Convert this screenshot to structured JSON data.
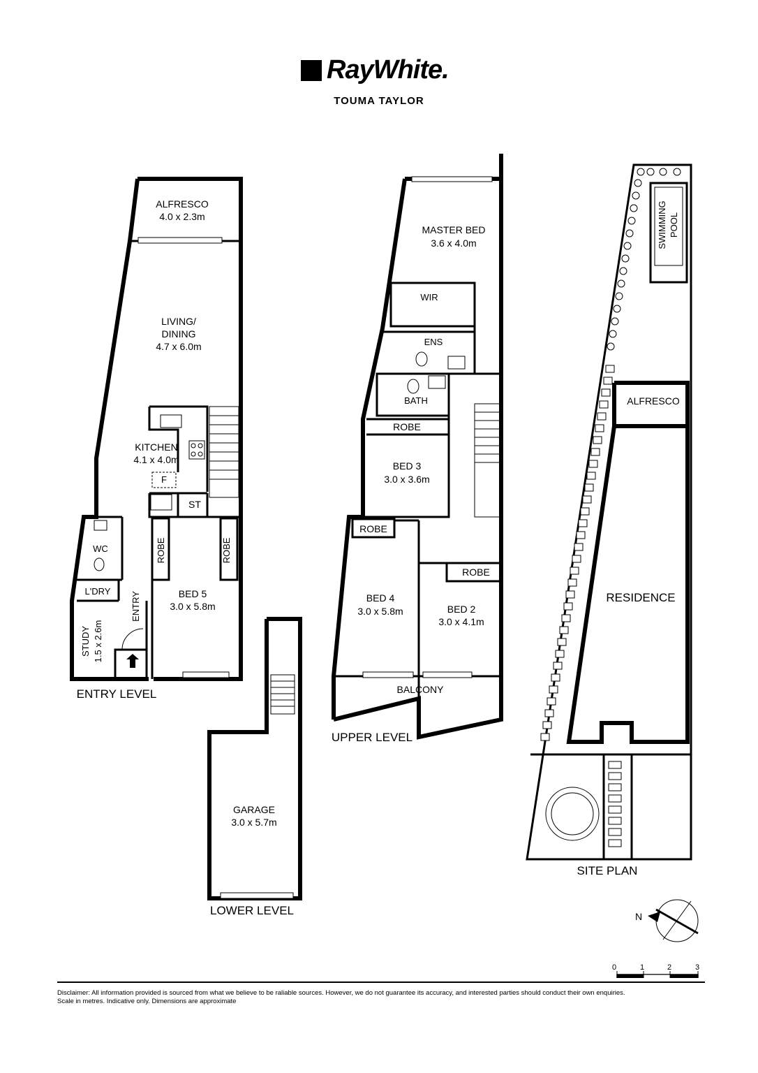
{
  "brand": {
    "logo_text": "RayWhite.",
    "agency": "TOUMA TAYLOR"
  },
  "levels": {
    "entry": "ENTRY LEVEL",
    "upper": "UPPER LEVEL",
    "lower": "LOWER LEVEL",
    "site": "SITE PLAN"
  },
  "rooms": {
    "alfresco": {
      "name": "ALFRESCO",
      "size": "4.0 x 2.3m"
    },
    "living_line1": "LIVING/",
    "living_line2": "DINING",
    "living_size": "4.7 x 6.0m",
    "kitchen": {
      "name": "KITCHEN",
      "size": "4.1 x 4.0m"
    },
    "fridge": "F",
    "st": "ST",
    "wc": "WC",
    "laundry": "L'DRY",
    "study": {
      "name": "STUDY",
      "size": "1.5 x 2.6m"
    },
    "entry": "ENTRY",
    "bed5": {
      "name": "BED 5",
      "size": "3.0 x 5.8m"
    },
    "robe": "ROBE",
    "master": {
      "name": "MASTER BED",
      "size": "3.6 x 4.0m"
    },
    "wir": "WIR",
    "ens": "ENS",
    "bath": "BATH",
    "bed3": {
      "name": "BED 3",
      "size": "3.0 x 3.6m"
    },
    "bed4": {
      "name": "BED 4",
      "size": "3.0 x 5.8m"
    },
    "bed2": {
      "name": "BED 2",
      "size": "3.0 x 4.1m"
    },
    "balcony": "BALCONY",
    "garage": {
      "name": "GARAGE",
      "size": "3.0 x 5.7m"
    },
    "site_alfresco": "ALFRESCO",
    "residence": "RESIDENCE",
    "pool_line1": "SWIMMING",
    "pool_line2": "POOL"
  },
  "compass": {
    "north": "N",
    "icon": "compass-icon"
  },
  "scale_bar": {
    "ticks": [
      "0",
      "1",
      "2",
      "3"
    ]
  },
  "disclaimer": {
    "line1": "Disclaimer: All information provided is sourced from what we believe to be raliable sources. However, we do not guarantee its accuracy, and interested parties should conduct their own enquiries.",
    "line2": "Scale in metres. Indicative only. Dimensions are approximate"
  }
}
